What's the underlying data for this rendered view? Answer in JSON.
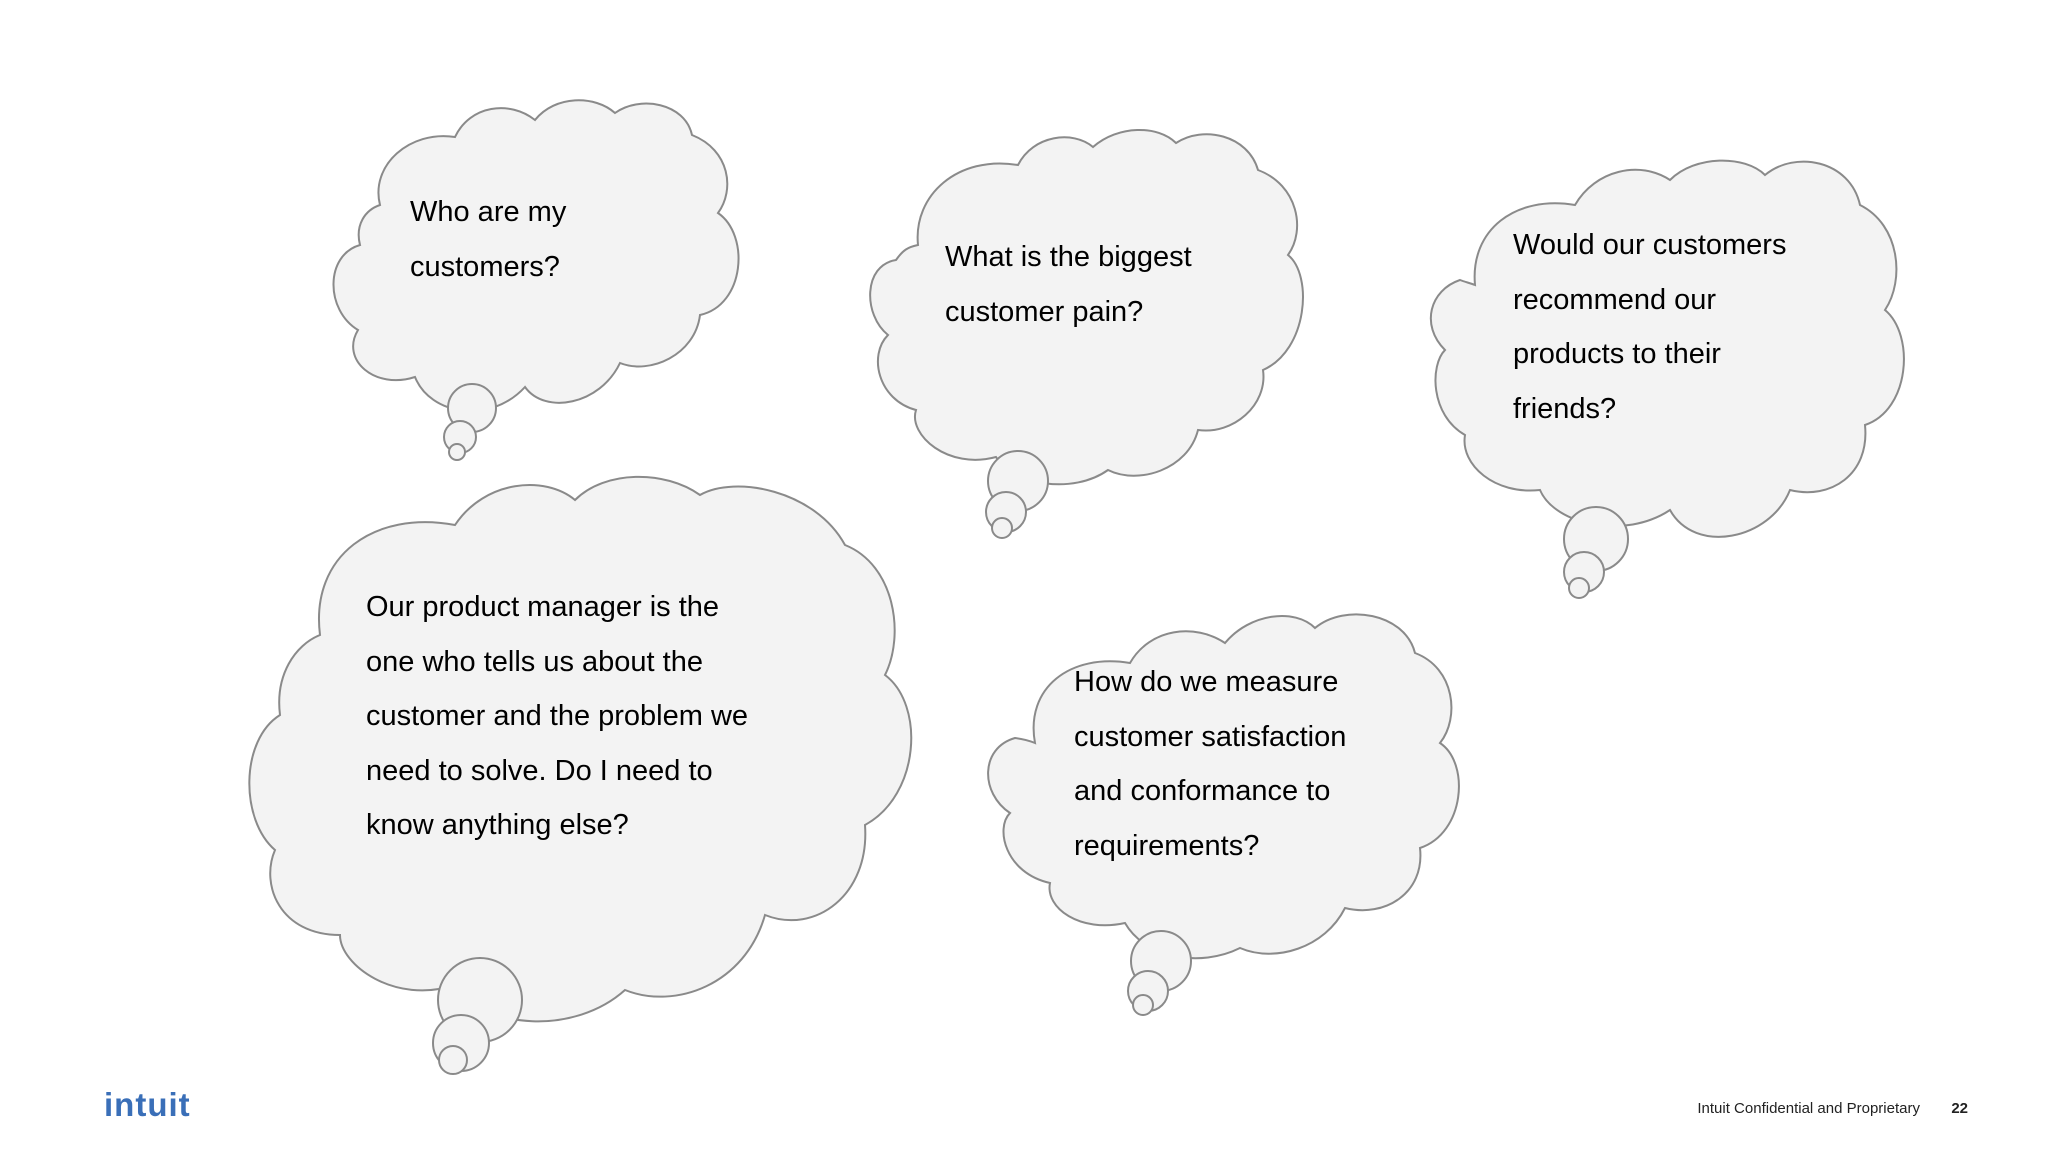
{
  "slide": {
    "clouds": [
      {
        "text": "Who are my\ncustomers?"
      },
      {
        "text": "What is the biggest\ncustomer pain?"
      },
      {
        "text": "Would our customers\nrecommend our\nproducts to their\nfriends?"
      },
      {
        "text": "Our product manager is the\none who tells us about the\ncustomer and the problem we\nneed to solve. Do I need to\nknow anything else?"
      },
      {
        "text": "How do we measure\ncustomer satisfaction\nand conformance to\nrequirements?"
      }
    ]
  },
  "footer": {
    "logo": "intuit",
    "note": "Intuit Confidential and Proprietary",
    "page_number": "22"
  },
  "colors": {
    "cloud_fill": "#f3f3f3",
    "cloud_stroke": "#8a8a8a",
    "logo": "#3a6fb8"
  }
}
